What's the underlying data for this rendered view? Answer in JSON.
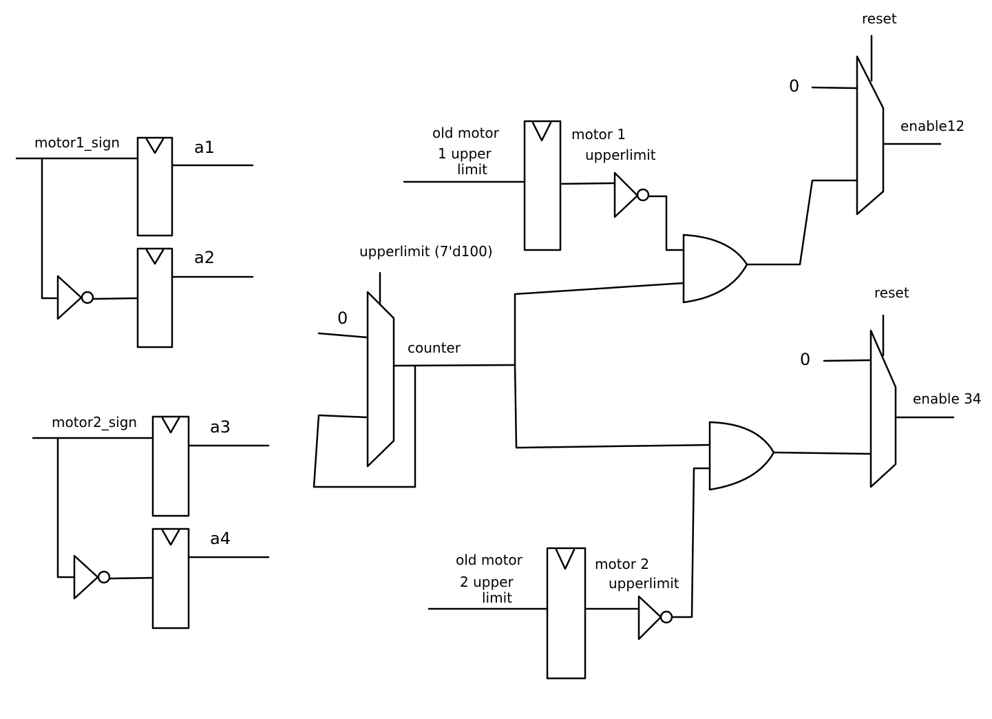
{
  "diagram": {
    "inputs": {
      "motor1_sign": "motor1_sign",
      "motor2_sign": "motor2_sign",
      "old_motor1_upper_limit": [
        "old motor",
        "1 upper",
        "limit"
      ],
      "old_motor2_upper_limit": [
        "old motor",
        "2 upper",
        "limit"
      ],
      "mux_counter_zero": "0",
      "mux_enable12_zero": "0",
      "mux_enable34_zero": "0"
    },
    "outputs": {
      "a1": "a1",
      "a2": "a2",
      "a3": "a3",
      "a4": "a4",
      "enable12": "enable12",
      "enable34": "enable 34"
    },
    "signals": {
      "counter": "counter",
      "upperlimit": "upperlimit (7'd100)",
      "motor1_upperlimit": [
        "motor 1",
        "upperlimit"
      ],
      "motor2_upperlimit": [
        "motor 2",
        "upperlimit"
      ],
      "reset_top": "reset",
      "reset_bottom": "reset"
    }
  }
}
